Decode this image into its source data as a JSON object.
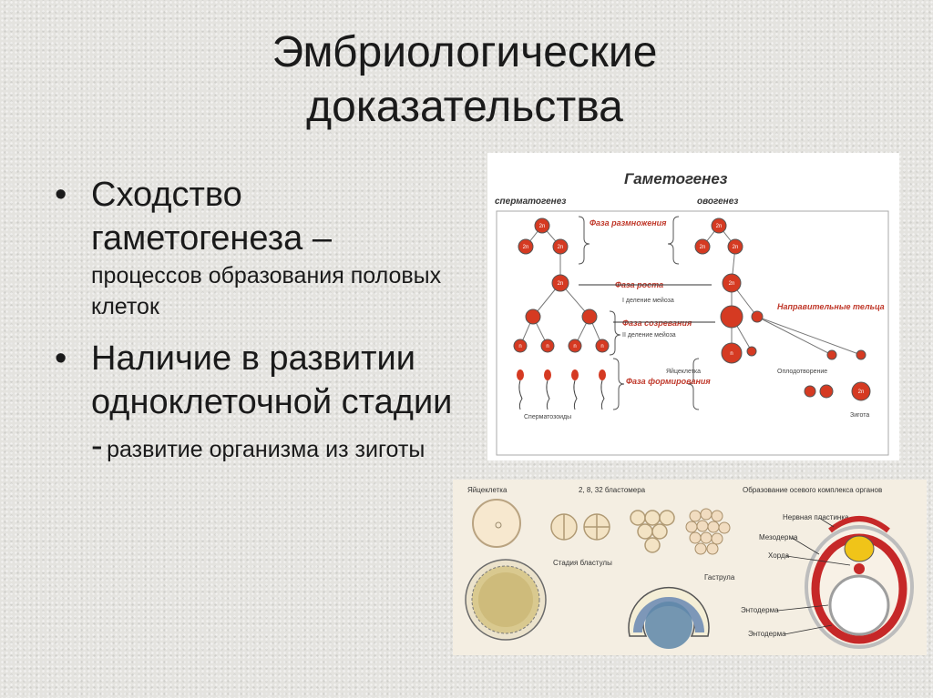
{
  "slide": {
    "title": "Эмбриологические доказательства",
    "bullets": [
      {
        "main": "Сходство гаметогенеза –",
        "sub": "процессов образования половых клеток"
      },
      {
        "main": "Наличие в развитии одноклеточной стадии -",
        "sub": "развитие организма из зиготы"
      }
    ]
  },
  "figure_gametogenesis": {
    "title": "Гаметогенез",
    "col_left": "сперматогенез",
    "col_right": "овогенез",
    "phase_reproduction": "Фаза размножения",
    "phase_growth": "Фаза роста",
    "meiosis_1": "I деление мейоза",
    "phase_maturation": "Фаза созревания",
    "meiosis_2": "II деление мейоза",
    "phase_formation": "Фаза формирования",
    "polar_bodies": "Направительные тельца",
    "egg": "Яйцеклетка",
    "fertilization": "Оплодотворение",
    "sperm": "Сперматозоиды",
    "zygote": "Зигота",
    "label_2n": "2n",
    "label_n": "n"
  },
  "figure_embryo": {
    "egg": "Яйцеклетка",
    "blastomeres": "2, 8, 32 бластомера",
    "axial": "Образование осевого комплекса органов",
    "neural_plate": "Нервная пластинка",
    "mesoderm": "Мезодерма",
    "chord": "Хорда",
    "blastula": "Стадия бластулы",
    "gastrula": "Гаструла",
    "endoderm1": "Энтодерма",
    "endoderm2": "Энтодерма"
  }
}
